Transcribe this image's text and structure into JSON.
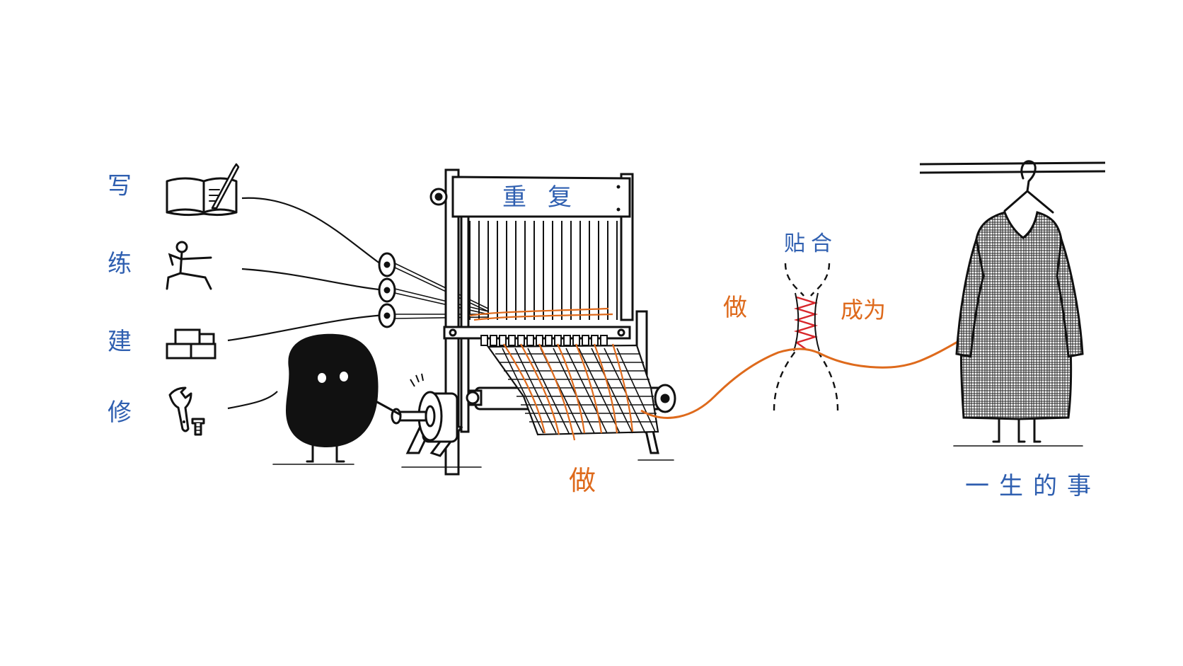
{
  "activities": [
    {
      "label": "写",
      "icon": "notebook-pen-icon"
    },
    {
      "label": "练",
      "icon": "stick-figure-icon"
    },
    {
      "label": "建",
      "icon": "bricks-icon"
    },
    {
      "label": "修",
      "icon": "wrench-screw-icon"
    }
  ],
  "loom": {
    "frame_label": "重复",
    "weave_label": "做"
  },
  "junction": {
    "top_label": "贴合",
    "left_label": "做",
    "right_label": "成为"
  },
  "garment": {
    "label": "一生的事"
  },
  "colors": {
    "text_blue": "#2f5fb0",
    "thread_orange": "#de6a1c",
    "zigzag_red": "#d8262b",
    "ink": "#111111"
  }
}
